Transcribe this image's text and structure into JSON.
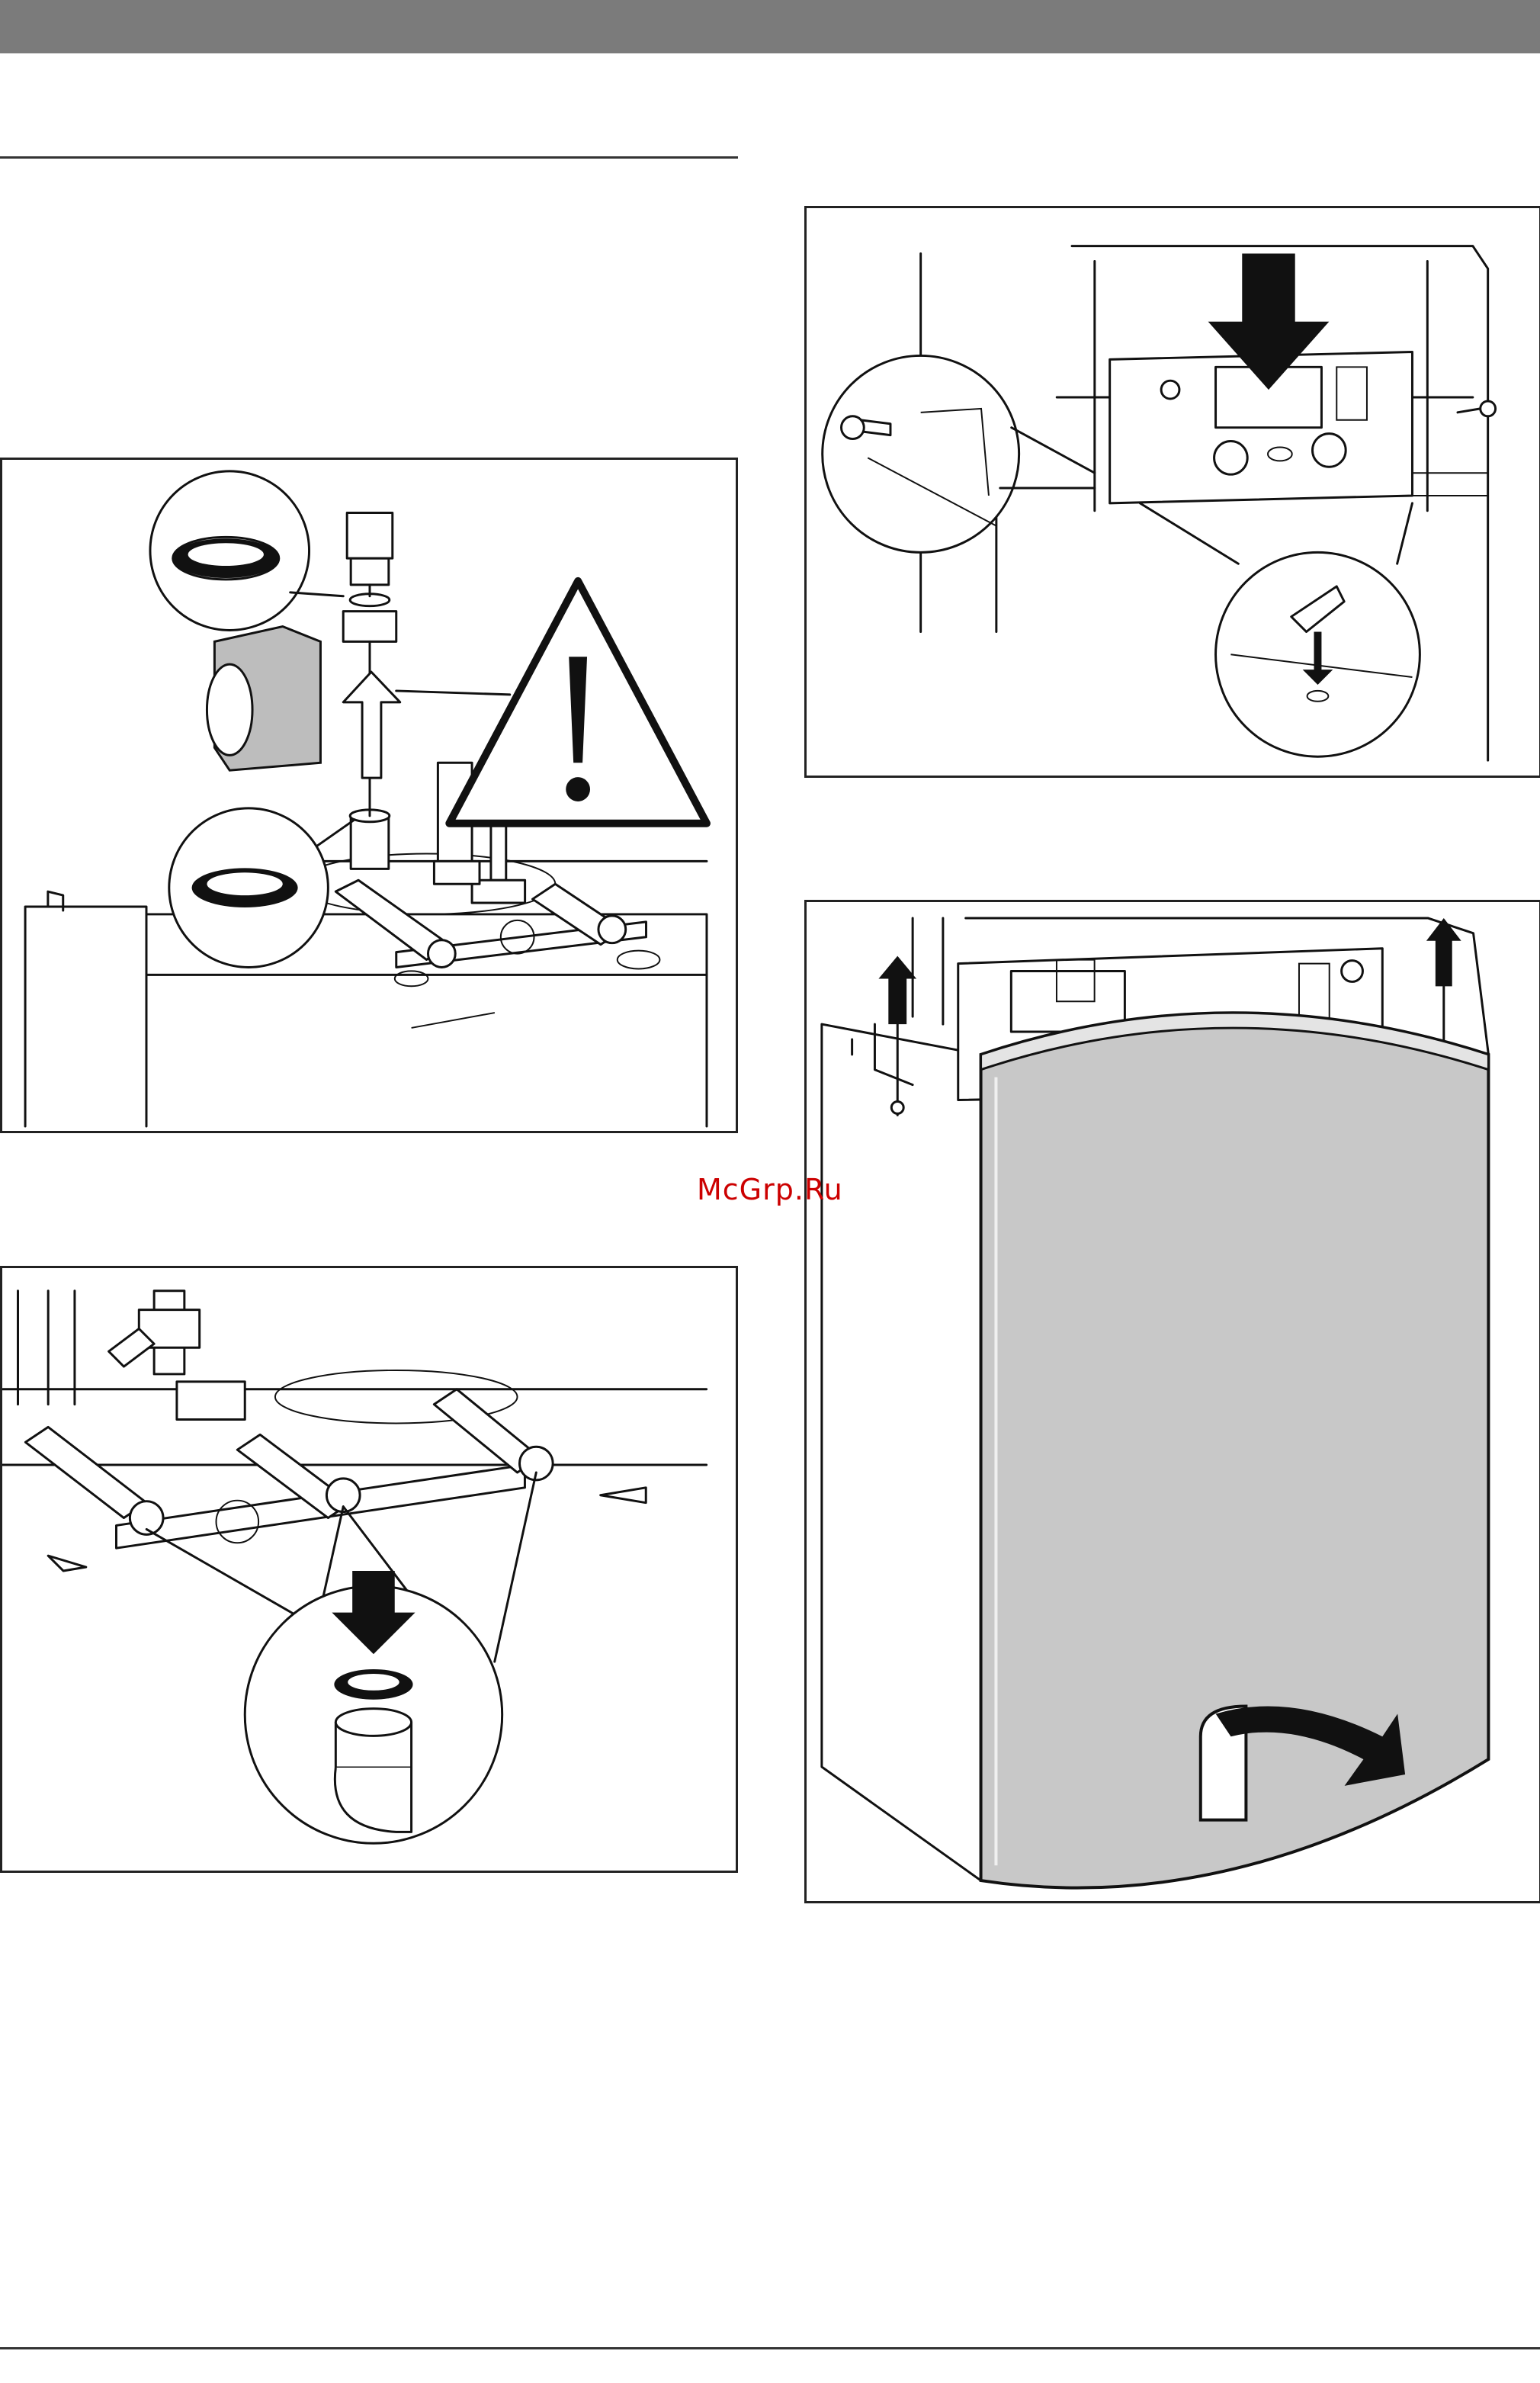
{
  "watermark": "McGrp.Ru",
  "figures": [
    {
      "id": "pump-removal",
      "icon": "warning-icon"
    },
    {
      "id": "seal-replacement",
      "icon": "arrow-down-icon"
    },
    {
      "id": "control-panel-lowering",
      "icon": "arrow-down-icon"
    },
    {
      "id": "front-casing-removal",
      "icon": "arrow-up-icon"
    }
  ],
  "colors": {
    "header": "#7b7b7b",
    "watermark": "#cc0000",
    "casing": "#c8c8c8"
  }
}
